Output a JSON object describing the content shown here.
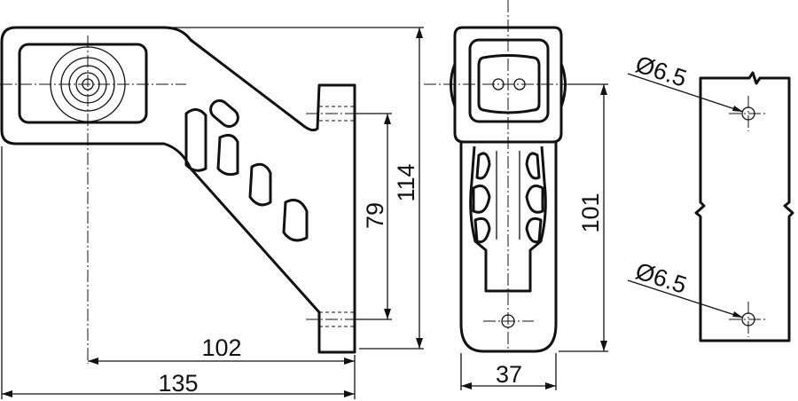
{
  "drawing": {
    "side_view": {
      "dimensions": {
        "overall_width": "135",
        "lens_to_mount": "102",
        "hole_spacing": "79",
        "overall_height": "114"
      }
    },
    "front_view": {
      "dimensions": {
        "width": "37",
        "height": "101"
      }
    },
    "mounting_pattern": {
      "hole_top": "Ø6.5",
      "hole_bottom": "Ø6.5"
    }
  }
}
